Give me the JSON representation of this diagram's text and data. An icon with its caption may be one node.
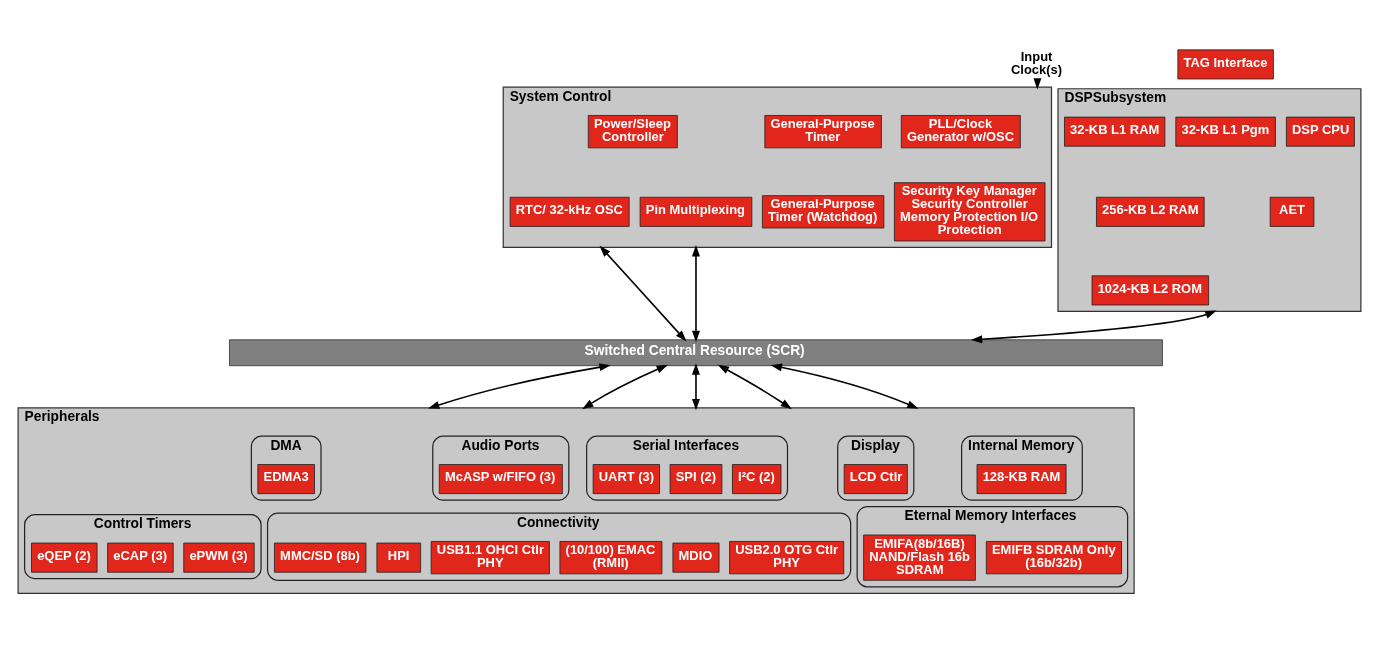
{
  "diagram": {
    "nodes": [
      {
        "text": [
          "System Control"
        ]
      },
      {
        "text": [
          "PLL/Clock Generator w/OSC"
        ],
        "in": 0
      },
      {
        "text": [
          "Security Key Manager Security Controller Memory Protection I/O Protection"
        ],
        "in": 0
      },
      {
        "text": [
          "General-Purpose Timer"
        ],
        "in": 0
      },
      {
        "text": [
          "General-Purpose Timer (Watchdog)"
        ],
        "in": 0
      },
      {
        "text": [
          "Power/Sleep Controller"
        ],
        "in": 0
      },
      {
        "text": [
          "RTC/ 32-kHz OSC"
        ],
        "in": 0
      },
      {
        "text": [
          "Pin Multiplexing"
        ],
        "in": 0
      },
      {
        "text": [
          "Input Clock(s)"
        ]
      },
      {
        "text": [
          "TAG Interface"
        ]
      },
      {
        "text": [
          "DSPSubsystem"
        ]
      },
      {
        "text": [
          "DSP CPU"
        ],
        "in": 10
      },
      {
        "text": [
          "AET"
        ],
        "in": 10
      },
      {
        "text": [
          "32-KB L1 Pgm"
        ],
        "in": 10
      },
      {
        "text": [
          "32-KB L1 RAM"
        ],
        "in": 10
      },
      {
        "text": [
          "256-KB L2 RAM"
        ],
        "in": 10
      },
      {
        "text": [
          "1024-KB L2 ROM"
        ],
        "in": 10
      },
      {
        "text": [
          "Switched Central Resource (SCR)"
        ]
      },
      {
        "text": [
          "Peripherals"
        ]
      },
      {
        "text": [
          "DMA"
        ],
        "in": 18
      },
      {
        "text": [
          "EDMA3"
        ],
        "in": 19
      },
      {
        "text": [
          "Audio Ports"
        ],
        "in": 18
      },
      {
        "text": [
          "McASP w/FIFO (3)"
        ],
        "in": 21
      },
      {
        "text": [
          "Serial Interfaces"
        ],
        "in": 18
      },
      {
        "text": [
          "I²C (2)"
        ],
        "in": 23
      },
      {
        "text": [
          "SPI (2)"
        ],
        "in": 23
      },
      {
        "text": [
          "UART (3)"
        ],
        "in": 23
      },
      {
        "text": [
          "Display"
        ],
        "in": 18
      },
      {
        "text": [
          "LCD Ctlr"
        ],
        "in": 27
      },
      {
        "text": [
          "Internal Memory"
        ],
        "in": 18
      },
      {
        "text": [
          "128-KB RAM"
        ],
        "in": 29
      },
      {
        "text": [
          "Control Timers"
        ],
        "in": 18
      },
      {
        "text": [
          "ePWM (3)"
        ],
        "in": 31
      },
      {
        "text": [
          "eCAP (3)"
        ],
        "in": 31
      },
      {
        "text": [
          "eQEP (2)"
        ],
        "in": 31
      },
      {
        "text": [
          "Connectivity"
        ],
        "in": 18
      },
      {
        "text": [
          "USB2.0 OTG Ctlr PHY"
        ],
        "in": 35
      },
      {
        "text": [
          "USB1.1 OHCI Ctlr PHY"
        ],
        "in": 35
      },
      {
        "text": [
          "(10/100) EMAC (RMII)"
        ],
        "in": 35
      },
      {
        "text": [
          "MDIO"
        ],
        "in": 35
      },
      {
        "text": [
          "HPI"
        ],
        "in": 35
      },
      {
        "text": [
          "MMC/SD (8b)"
        ],
        "in": 35
      },
      {
        "text": [
          "Eternal Memory Interfaces"
        ],
        "in": 18
      },
      {
        "text": [
          "EMIFA(8b/16B) NAND/Flash 16b SDRAM"
        ],
        "in": 42
      },
      {
        "text": [
          "EMIFB SDRAM Only (16b/32b)"
        ],
        "in": 42
      }
    ],
    "edges": [
      {
        "from": 8,
        "to": 0,
        "arrow": "to"
      },
      {
        "from": 0,
        "to": 17,
        "arrow": "both"
      },
      {
        "from": 0,
        "to": 17,
        "arrow": "both"
      },
      {
        "from": 10,
        "to": 17,
        "arrow": "both"
      },
      {
        "from": 17,
        "to": 18,
        "arrow": "both"
      },
      {
        "from": 17,
        "to": 18,
        "arrow": "both"
      },
      {
        "from": 17,
        "to": 18,
        "arrow": "both"
      },
      {
        "from": 17,
        "to": 18,
        "arrow": "both"
      },
      {
        "from": 17,
        "to": 18,
        "arrow": "both"
      }
    ]
  }
}
